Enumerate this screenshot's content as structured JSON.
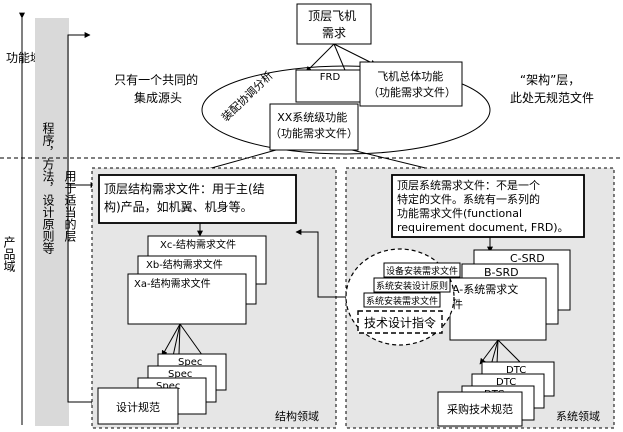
{
  "axis": {
    "function_domain": "功能域",
    "product_domain": "产品域",
    "process_label": "程序，方法，设计原则等",
    "apply_layer": "用于适当的层"
  },
  "top": {
    "aircraft_req": [
      "顶层飞机",
      "需求"
    ],
    "common_source": [
      "只有一个共同的",
      "集成源头"
    ],
    "arch_layer": [
      "“架构”层，",
      "此处无规范文件"
    ],
    "assembly_analysis": "装配协调分析",
    "frd_back": "FRD",
    "aircraft_function": [
      "飞机总体功能",
      "（功能需求文件）"
    ],
    "xx_system": [
      "XX系统级功能",
      "（功能需求文件）"
    ]
  },
  "structure": {
    "top_req": [
      "顶层结构需求文件：用于主(结",
      "构)产品，如机翼、机身等。"
    ],
    "xc": "Xc-结构需求文件",
    "xb": "Xb-结构需求文件",
    "xa": "Xa-结构需求文件",
    "spec": [
      "Spec",
      "Spec",
      "Spec"
    ],
    "design_spec": "设计规范",
    "domain": "结构领域"
  },
  "system": {
    "top_req": [
      "顶层系统需求文件：不是一个",
      "特定的文件。系统有一系列的",
      "功能需求文件(functional",
      "requirement document, FRD)。"
    ],
    "c_srd": "C-SRD",
    "b_srd": "B-SRD",
    "a_req": [
      "A-系统需求文",
      "件"
    ],
    "install_items": [
      "设备安装需求文件",
      "系统安装设计原则",
      "系统安装需求文件"
    ],
    "tech_directive": "技术设计指令",
    "dtc": [
      "DTC",
      "DTC",
      "DTC"
    ],
    "procurement": "采购技术规范",
    "domain": "系统领域"
  }
}
